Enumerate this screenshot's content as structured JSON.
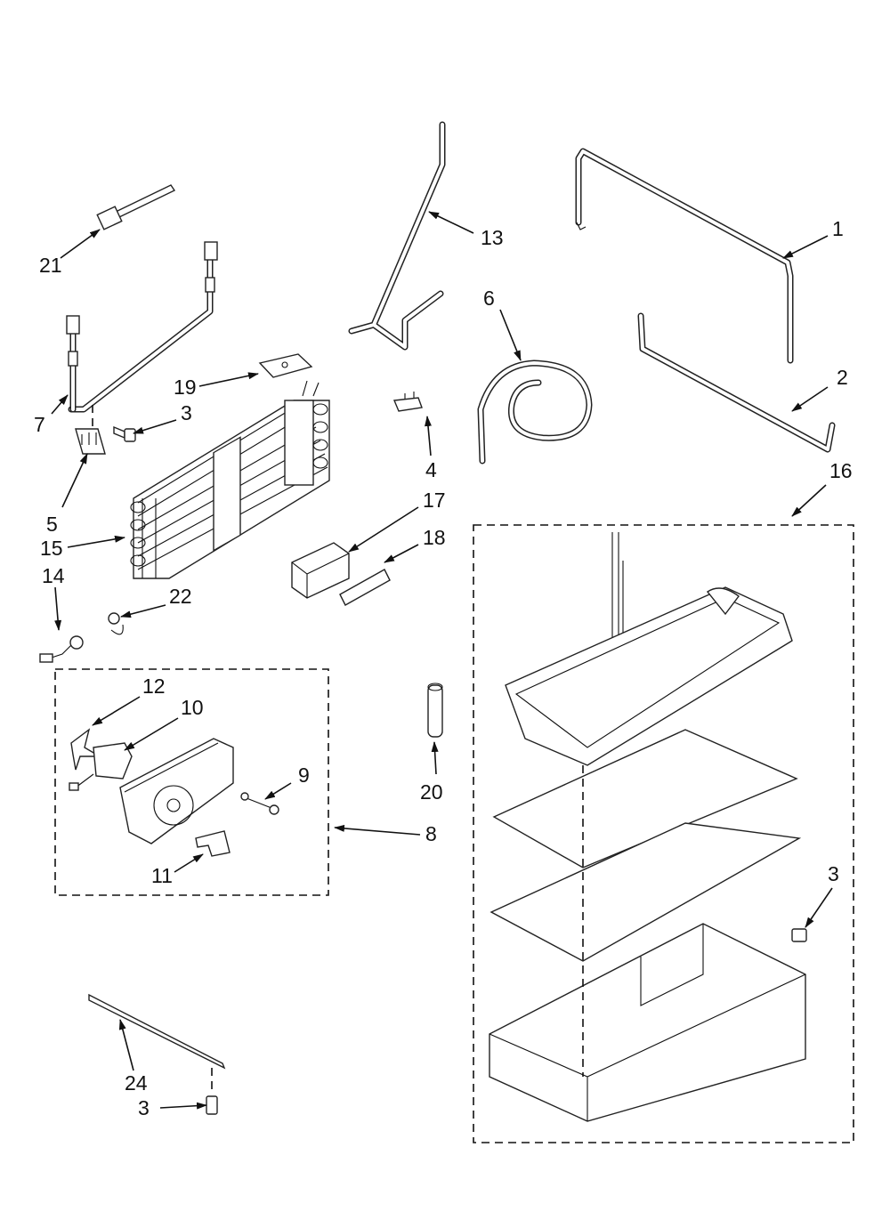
{
  "callouts": {
    "c1": "1",
    "c2": "2",
    "c3a": "3",
    "c3b": "3",
    "c3c": "3",
    "c4": "4",
    "c5": "5",
    "c6": "6",
    "c7": "7",
    "c8": "8",
    "c9": "9",
    "c10": "10",
    "c11": "11",
    "c12": "12",
    "c13": "13",
    "c14": "14",
    "c15": "15",
    "c16": "16",
    "c17": "17",
    "c18": "18",
    "c19": "19",
    "c20": "20",
    "c21": "21",
    "c22": "22",
    "c24": "24"
  }
}
